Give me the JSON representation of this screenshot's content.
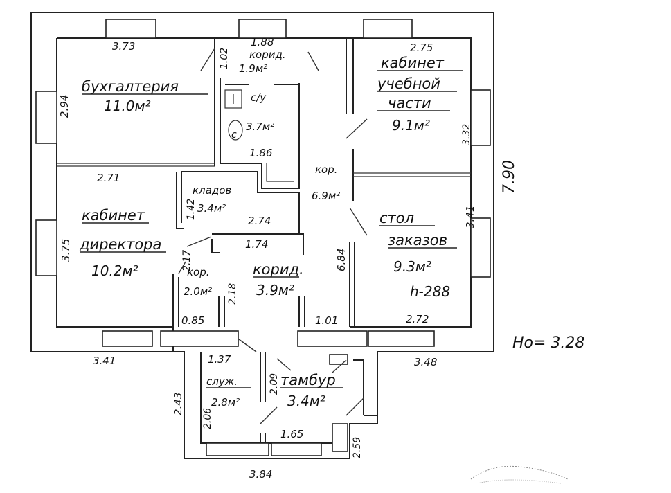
{
  "rooms": {
    "accounting": {
      "name": "бухгалтерия",
      "area": "11.0м²"
    },
    "corridor_top": {
      "name": "корид.",
      "area": "1.9м²"
    },
    "wc": {
      "name": "с/у",
      "area": "3.7м²"
    },
    "study_office": {
      "line1": "кабинет",
      "line2": "учебной",
      "line3": "части",
      "area": "9.1м²"
    },
    "corridor_main": {
      "name": "кор.",
      "area": "6.9м²"
    },
    "storeroom": {
      "name": "кладов",
      "area": "3.4м²"
    },
    "director": {
      "line1": "кабинет",
      "line2": "директора",
      "area": "10.2м²"
    },
    "orders": {
      "line1": "стол",
      "line2": "заказов",
      "area": "9.3м²",
      "height": "h-288"
    },
    "corridor_small": {
      "name": "кор.",
      "area": "2.0м²"
    },
    "corridor_mid": {
      "name": "корид.",
      "area": "3.9м²"
    },
    "service": {
      "name": "служ.",
      "area": "2.8м²"
    },
    "vestibule": {
      "name": "тамбур",
      "area": "3.4м²"
    }
  },
  "dims": {
    "d_373": "3.73",
    "d_102": "1.02",
    "d_188": "1.88",
    "d_275": "2.75",
    "d_294": "2.94",
    "d_332": "3.32",
    "d_790": "7.90",
    "d_186": "1.86",
    "d_271": "2.71",
    "d_142": "1.42",
    "d_341r": "3.41",
    "d_274": "2.74",
    "d_375": "3.75",
    "d_217": "2.17",
    "d_174": "1.74",
    "d_684": "6.84",
    "d_218": "2.18",
    "d_085": "0.85",
    "d_101": "1.01",
    "d_272": "2.72",
    "d_341b": "3.41",
    "d_348": "3.48",
    "d_137": "1.37",
    "d_209": "2.09",
    "d_243": "2.43",
    "d_206": "2.06",
    "d_165": "1.65",
    "d_259": "2.59",
    "d_384": "3.84"
  },
  "annotation": {
    "ho": "Hо= 3.28"
  }
}
